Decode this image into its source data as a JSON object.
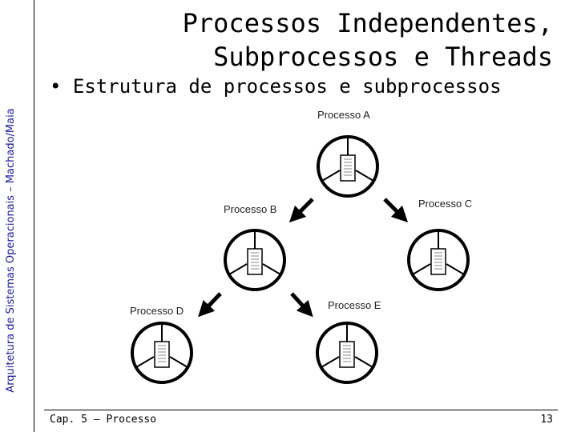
{
  "sidebar": {
    "text": "Arquitetura de Sistemas Operacionais – Machado/Maia"
  },
  "slide": {
    "title_line1": "Processos Independentes,",
    "title_line2": "Subprocessos e Threads",
    "bullet": "Estrutura de processos e subprocessos"
  },
  "diagram": {
    "process_a": "Processo A",
    "process_b": "Processo B",
    "process_c": "Processo C",
    "process_d": "Processo D",
    "process_e": "Processo E"
  },
  "footer": {
    "chapter": "Cap. 5 – Processo",
    "page": "13"
  }
}
